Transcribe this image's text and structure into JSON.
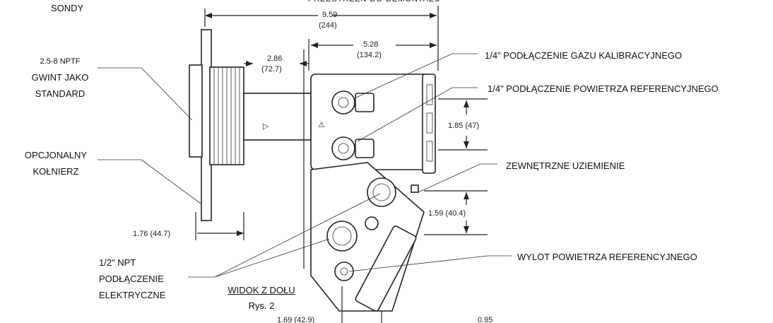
{
  "labels": {
    "sondy": "SONDY",
    "przestrzen": "PRZESTRZEŃ DO DEMONTAŻU",
    "thread_spec": "2.5-8 NPTF",
    "gwint_line1": "GWINT JAKO",
    "gwint_line2": "STANDARD",
    "opcjonalny_line1": "OPCJONALNY",
    "opcjonalny_line2": "KOŁNIERZ",
    "gaz_kalibracyjny": "1/4\" PODŁĄCZENIE GAZU KALIBRACYJNEGO",
    "powietrze_ref": "1/4\" PODŁĄCZENIE POWIETRZA REFERENCYJNEGO",
    "uziemienie": "ZEWNĘTRZNE UZIEMIENIE",
    "npt_line1": "1/2\" NPT",
    "npt_line2": "PODŁĄCZENIE",
    "npt_line3": "ELEKTRYCZNE",
    "wylot": "WYLOT POWIETRZA REFERENCYJNEGO",
    "widok": "WIDOK Z DOŁU",
    "rys": "Rys. 2"
  },
  "dimensions": {
    "d959": "9.59",
    "d244": "(244)",
    "d528": "5.28",
    "d1342": "(134.2)",
    "d286": "2.86",
    "d727": "(72.7)",
    "d185": "1.85 (47)",
    "d159": "1.59 (40.4)",
    "d176": "1.76 (44.7)",
    "d169": "1.69 (42.9)",
    "d095": "0.95"
  }
}
